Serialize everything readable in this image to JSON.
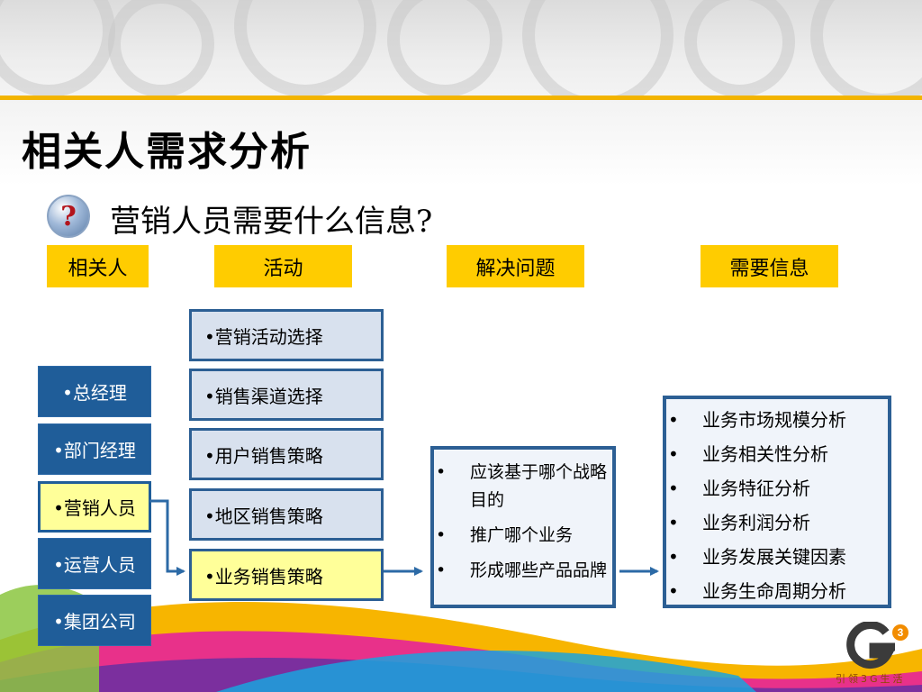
{
  "slide": {
    "title": "相关人需求分析",
    "subtitle": "营销人员需要什么信息?"
  },
  "headers": [
    "相关人",
    "活动",
    "解决问题",
    "需要信息"
  ],
  "stakeholders": [
    {
      "label": "•总经理",
      "selected": false
    },
    {
      "label": "•部门经理",
      "selected": false
    },
    {
      "label": "•营销人员",
      "selected": true
    },
    {
      "label": "•运营人员",
      "selected": false
    },
    {
      "label": "•集团公司",
      "selected": false
    }
  ],
  "activities": [
    {
      "label": "•营销活动选择",
      "selected": false
    },
    {
      "label": "•销售渠道选择",
      "selected": false
    },
    {
      "label": "•用户销售策略",
      "selected": false
    },
    {
      "label": "•地区销售策略",
      "selected": false
    },
    {
      "label": "•业务销售策略",
      "selected": true
    }
  ],
  "problems": [
    "应该基于哪个战略目的",
    "推广哪个业务",
    "形成哪些产品品牌"
  ],
  "info_needed": [
    "业务市场规模分析",
    "业务相关性分析",
    "业务特征分析",
    "业务利润分析",
    "业务发展关键因素",
    "业务生命周期分析"
  ],
  "logo": {
    "tagline": "引领3G生活",
    "colors": {
      "accent": "#ffcc00",
      "primary_blue": "#1f5d99",
      "highlight": "#ffff99",
      "logo_orange": "#f28c00"
    }
  }
}
